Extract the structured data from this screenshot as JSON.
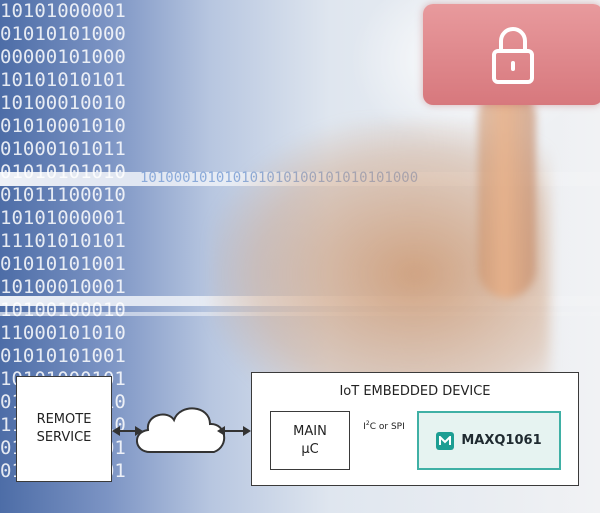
{
  "binary_rows": [
    "10101000001",
    "01010101000",
    "00000101000",
    "10101010101",
    "10100010010",
    "01010001010",
    "01000101011",
    "01010101010",
    "01011100010",
    "10101000001",
    "11101010101",
    "01010101001",
    "10100010001",
    "10100100010",
    "11000101010",
    "01010101001",
    "10101000101",
    "01010101010",
    "11000101010",
    "01011110101",
    "01011110101"
  ],
  "streak_binary": "101000101010101010100101010101000",
  "diagram": {
    "remote_service": {
      "line1": "REMOTE",
      "line2": "SERVICE"
    },
    "device_title": "IoT EMBEDDED DEVICE",
    "main_uc": {
      "line1": "MAIN",
      "line2": "µC"
    },
    "bus": {
      "prefix": "I",
      "sup": "2",
      "suffix": "C or SPI"
    },
    "chip_label": "MAXQ1061"
  },
  "colors": {
    "chip_border": "#3fb0a5",
    "chip_fill": "#e6f3f1",
    "chip_logo": "#1d9e93",
    "lock_tile": "#d7787d"
  }
}
